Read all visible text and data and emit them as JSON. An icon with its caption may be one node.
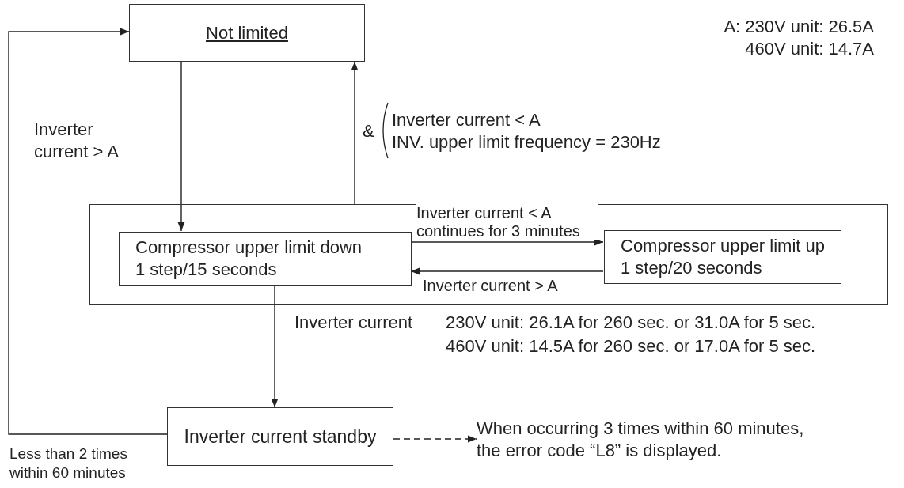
{
  "diagram": {
    "nodes": [
      {
        "text": [
          "Not limited"
        ]
      },
      {
        "text": [],
        "shape": "box"
      },
      {
        "text": [
          "Compressor upper limit down 1 step/15 seconds"
        ],
        "in": 1
      },
      {
        "text": [
          "Compressor upper limit up 1 step/20 seconds"
        ],
        "in": 1
      },
      {
        "text": [
          "Inverter current standby"
        ]
      },
      {
        "text": [
          "When occurring 3 times within 60 minutes, the error code “L8” is displayed."
        ]
      }
    ],
    "edges": [
      {
        "from": 0,
        "to": 2,
        "arrow": "to",
        "label": "Inverter current > A"
      },
      {
        "from": 1,
        "to": 0,
        "arrow": "to"
      },
      {
        "from": 2,
        "to": 3,
        "arrow": "to",
        "label": "Inverter current < A continues for 3 minutes"
      },
      {
        "from": 3,
        "to": 2,
        "arrow": "to",
        "label": "Inverter current > A"
      },
      {
        "from": 2,
        "to": 4,
        "arrow": "to",
        "label": "Inverter current"
      },
      {
        "from": 4,
        "to": 0,
        "arrow": "to",
        "label": "Less than 2 times within 60 minutes"
      },
      {
        "from": 4,
        "to": 5,
        "arrow": "to",
        "style": "dashed"
      }
    ],
    "labels": [
      "A: 230V unit: 26.5A",
      "460V unit: 14.7A",
      "&",
      "Inverter current < A",
      "INV. upper limit frequency = 230Hz",
      "230V unit: 26.1A for 260 sec. or 31.0A for 5 sec.",
      "460V unit: 14.5A for 260 sec. or 17.0A for 5 sec."
    ]
  }
}
